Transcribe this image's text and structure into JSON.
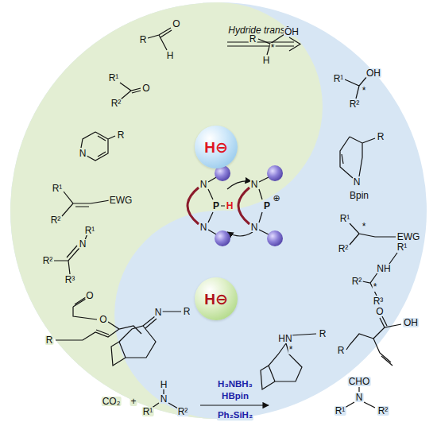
{
  "diagram": {
    "nodes": [
      {
        "text": [
          "H⊖"
        ]
      },
      {
        "text": [
          "H⊖"
        ]
      }
    ],
    "labels": [
      "Hydride transfer",
      "R",
      "O",
      "H",
      "R¹",
      "O",
      "R²",
      "N",
      "R",
      "R¹",
      "R²",
      "EWG",
      "R¹",
      "N",
      "R²",
      "R³",
      "O",
      "O",
      "R",
      "N",
      "R",
      "CO₂",
      "+",
      "H",
      "N",
      "R¹",
      "R²",
      "H₃NBH₃",
      "HBpin",
      "Ph₂SiH₂",
      "R",
      "OH",
      "H",
      "*",
      "R¹",
      "OH",
      "R²",
      "*",
      "R",
      "N",
      "Bpin",
      "R¹",
      "R²",
      "*",
      "EWG",
      "R¹",
      "NH",
      "R²",
      "R³",
      "*",
      "O",
      "OH",
      "R",
      "HN",
      "R",
      "*",
      "CHO",
      "N",
      "R¹",
      "R²",
      "N",
      "P",
      "H",
      "N",
      "N",
      "P",
      "⊕",
      "N"
    ]
  }
}
